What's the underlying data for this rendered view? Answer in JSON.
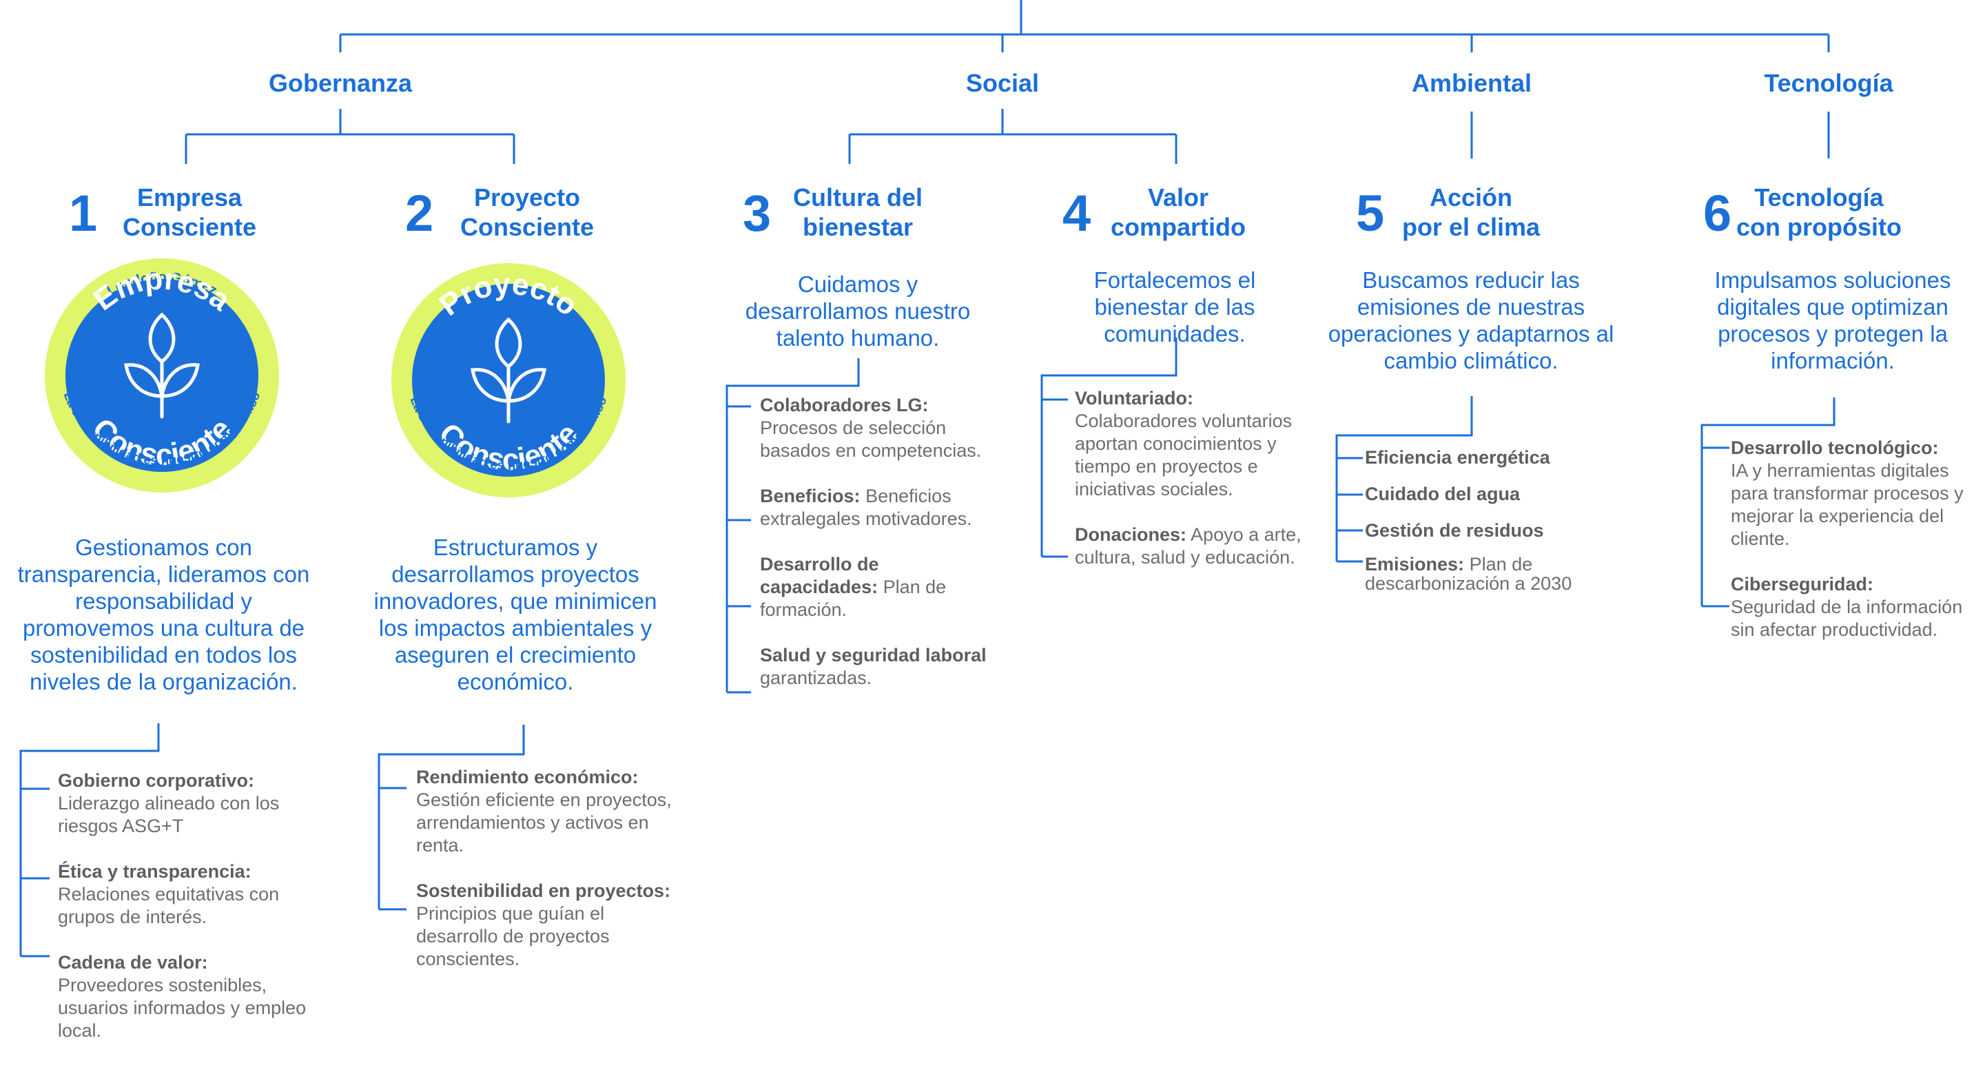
{
  "categories": [
    {
      "id": "gov",
      "label": "Gobernanza"
    },
    {
      "id": "soc",
      "label": "Social"
    },
    {
      "id": "amb",
      "label": "Ambiental"
    },
    {
      "id": "tec",
      "label": "Tecnología"
    }
  ],
  "pillars": [
    {
      "num": "1",
      "title_l1": "Empresa",
      "title_l2": "Consciente",
      "badge": {
        "top_text": "Londoño Gómez",
        "word1": "Empresa",
        "word2": "Consciente",
        "ring_text": "La sostenibilidad es nuestro compromiso"
      },
      "desc": "Gestionamos con transparencia, lideramos con responsabilidad y promovemos una cultura de sostenibilidad en todos los niveles de la organización.",
      "items": [
        {
          "bold": "Gobierno corporativo:",
          "text": "Liderazgo alineado con los riesgos ASG+T"
        },
        {
          "bold": "Ética y transparencia:",
          "text": "Relaciones equitativas con grupos de interés."
        },
        {
          "bold": "Cadena de valor:",
          "text": "Proveedores sostenibles, usuarios informados y empleo local."
        }
      ]
    },
    {
      "num": "2",
      "title_l1": "Proyecto",
      "title_l2": "Consciente",
      "badge": {
        "word1": "Proyecto",
        "word2": "Consciente",
        "ring_text": "La sostenibilidad es nuestro compromiso"
      },
      "desc": "Estructuramos y desarrollamos proyectos innovadores, que minimicen los impactos ambientales y aseguren el crecimiento económico.",
      "items": [
        {
          "bold": "Rendimiento económico:",
          "text": "Gestión eficiente en proyectos, arrendamientos y activos en renta."
        },
        {
          "bold": "Sostenibilidad en proyectos:",
          "text": "Principios que guían el desarrollo de proyectos conscientes."
        }
      ]
    },
    {
      "num": "3",
      "title_l1": "Cultura del",
      "title_l2": "bienestar",
      "desc": "Cuidamos y desarrollamos nuestro talento humano.",
      "items": [
        {
          "bold": "Colaboradores LG:",
          "text": "Procesos de selección basados en competencias."
        },
        {
          "bold": "Beneficios:",
          "text": "Beneficios extralegales motivadores."
        },
        {
          "bold": "Desarrollo de capacidades:",
          "text": "Plan de formación."
        },
        {
          "bold": "Salud y seguridad laboral",
          "text": "garantizadas."
        }
      ]
    },
    {
      "num": "4",
      "title_l1": "Valor",
      "title_l2": "compartido",
      "desc": "Fortalecemos el bienestar de las comunidades.",
      "items": [
        {
          "bold": "Voluntariado:",
          "text": "Colaboradores voluntarios aportan conocimientos y tiempo en proyectos e iniciativas sociales."
        },
        {
          "bold": "Donaciones:",
          "text": "Apoyo a arte, cultura, salud y educación."
        }
      ]
    },
    {
      "num": "5",
      "title_l1": "Acción",
      "title_l2": "por el clima",
      "desc": "Buscamos reducir las emisiones de nuestras operaciones y adaptarnos al cambio climático.",
      "items": [
        {
          "bold": "Eficiencia energética",
          "text": ""
        },
        {
          "bold": "Cuidado del agua",
          "text": ""
        },
        {
          "bold": "Gestión de residuos",
          "text": ""
        },
        {
          "bold": "Emisiones:",
          "text": "Plan de descarbonización a 2030"
        }
      ]
    },
    {
      "num": "6",
      "title_l1": "Tecnología",
      "title_l2": "con propósito",
      "desc": "Impulsamos soluciones digitales que optimizan procesos y protegen la información.",
      "items": [
        {
          "bold": "Desarrollo tecnológico:",
          "text": "IA y herramientas digitales para transformar procesos y mejorar la experiencia del cliente."
        },
        {
          "bold": "Ciberseguridad:",
          "text": "Seguridad de la información sin afectar productividad."
        }
      ]
    }
  ],
  "colors": {
    "primary": "#1b6fd8",
    "lime": "#dff56a",
    "text_gray": "#6e6e6e"
  },
  "icons": {
    "badge_symbol": "leaf-sprout-icon"
  }
}
